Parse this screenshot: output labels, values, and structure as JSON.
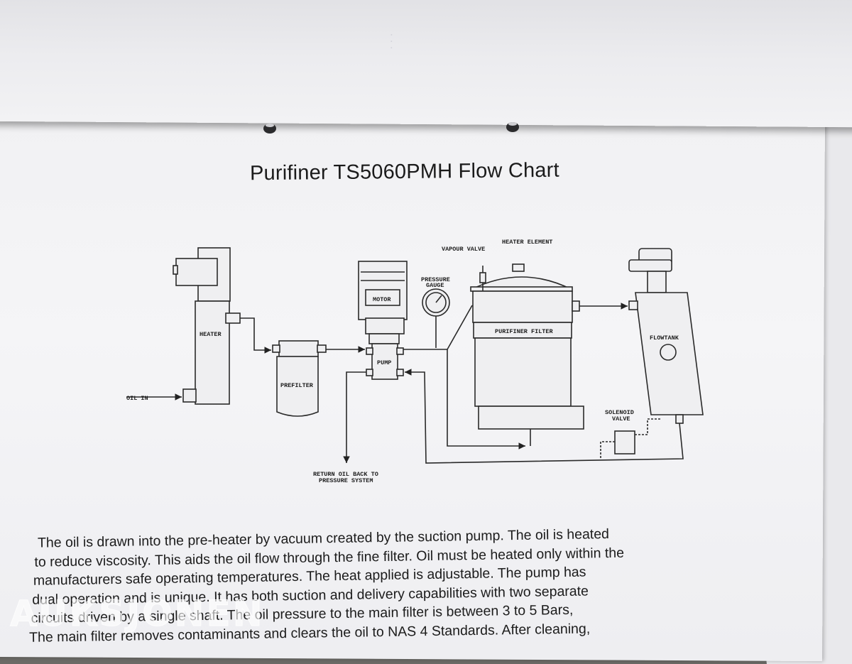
{
  "document": {
    "title": "Purifiner TS5060PMH Flow Chart",
    "diagram_labels": {
      "heater": "HEATER",
      "oil_in": "OIL IN",
      "prefilter": "PREFILTER",
      "motor": "MOTOR",
      "pump": "PUMP",
      "pressure_gauge_1": "PRESSURE",
      "pressure_gauge_2": "GAUGE",
      "vapour_valve": "VAPOUR VALVE",
      "heater_element": "HEATER ELEMENT",
      "purifiner_filter": "PURIFINER FILTER",
      "flowtank": "FLOWTANK",
      "solenoid_valve_1": "SOLENOID",
      "solenoid_valve_2": "VALVE",
      "return_oil_1": "RETURN OIL BACK TO",
      "return_oil_2": "PRESSURE SYSTEM"
    },
    "paragraph_lines": [
      "The oil is drawn into the pre-heater by vacuum created by the suction pump. The oil is heated",
      "to reduce viscosity. This aids the oil flow through the fine filter. Oil must be heated only within the",
      "manufacturers safe operating temperatures. The heat applied is adjustable. The pump has",
      "dual operation and is unique. It has both suction and delivery capabilities with two separate",
      "circuits driven by a single shaft. The oil pressure to the main filter is between 3 to 5 Bars,",
      "The main  filter removes contaminants and clears the oil to NAS 4 Standards. After cleaning,"
    ]
  },
  "watermark": "AUKSJONEN"
}
